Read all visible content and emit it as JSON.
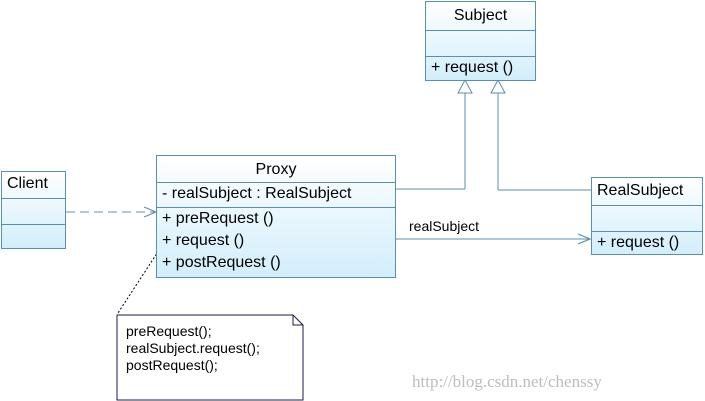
{
  "diagram": {
    "classes": {
      "subject": {
        "name": "Subject",
        "attributes": [],
        "operations": [
          "+  request ()"
        ]
      },
      "proxy": {
        "name": "Proxy",
        "attributes": [
          "-  realSubject  : RealSubject"
        ],
        "operations": [
          "+  preRequest ()",
          "+  request ()",
          "+  postRequest ()"
        ]
      },
      "client": {
        "name": "Client",
        "attributes": [],
        "operations": []
      },
      "real_subject": {
        "name": "RealSubject",
        "attributes": [],
        "operations": [
          "+  request ()"
        ]
      }
    },
    "note": {
      "lines": [
        "preRequest();",
        "realSubject.request();",
        "postRequest();"
      ]
    },
    "association_label": "realSubject",
    "relations": [
      {
        "type": "generalization",
        "from": "Proxy",
        "to": "Subject"
      },
      {
        "type": "generalization",
        "from": "RealSubject",
        "to": "Subject"
      },
      {
        "type": "association",
        "from": "Proxy",
        "to": "RealSubject",
        "label": "realSubject"
      },
      {
        "type": "dependency",
        "from": "Client",
        "to": "Proxy"
      }
    ],
    "colors": {
      "border": "#5a8fb0",
      "fill_top": "#ffffff",
      "fill_bottom": "#d2eefb",
      "line": "#5a8fb0",
      "dependency": "#6a8fb0"
    }
  },
  "watermark": "http://blog.csdn.net/chenssy"
}
